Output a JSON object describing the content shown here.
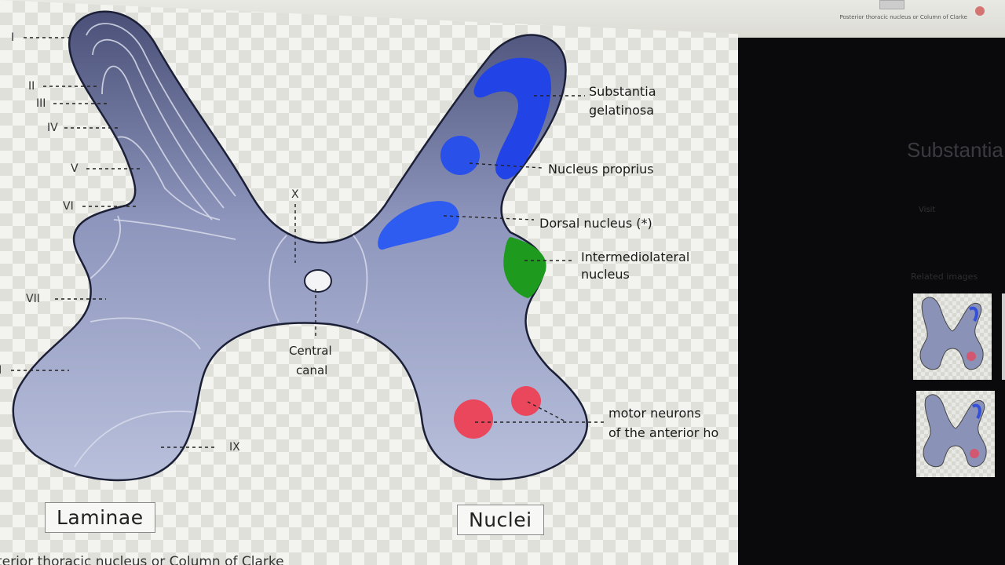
{
  "browser": {
    "breadcrumb": "Posterior thoracic nucleus or Column of Clarke"
  },
  "diagram": {
    "laminae": [
      "I",
      "II",
      "III",
      "IV",
      "V",
      "VI",
      "VII",
      "II",
      "IX",
      "X"
    ],
    "nuclei": {
      "substantia_gelatinosa": [
        "Substantia",
        "gelatinosa"
      ],
      "nucleus_proprius": "Nucleus proprius",
      "dorsal_nucleus": "Dorsal nucleus (*)",
      "intermediolateral": [
        "Intermediolateral",
        "nucleus"
      ],
      "motor_neurons": [
        "motor neurons",
        "of the anterior ho"
      ]
    },
    "central_canal": [
      "Central",
      "canal"
    ],
    "box_laminae": "Laminae",
    "box_nuclei": "Nuclei",
    "caption": "terior thoracic nucleus or Column of Clarke",
    "colors": {
      "gray_matter": "#8f97bd",
      "outline": "#1c2036",
      "blue_nucleus": "#2b4ee0",
      "green_nucleus": "#1e9a1e",
      "red_nucleus": "#e8455a"
    }
  },
  "side_panel": {
    "title": "Substantia",
    "visit_label": "Visit",
    "related_label": "Related images"
  }
}
